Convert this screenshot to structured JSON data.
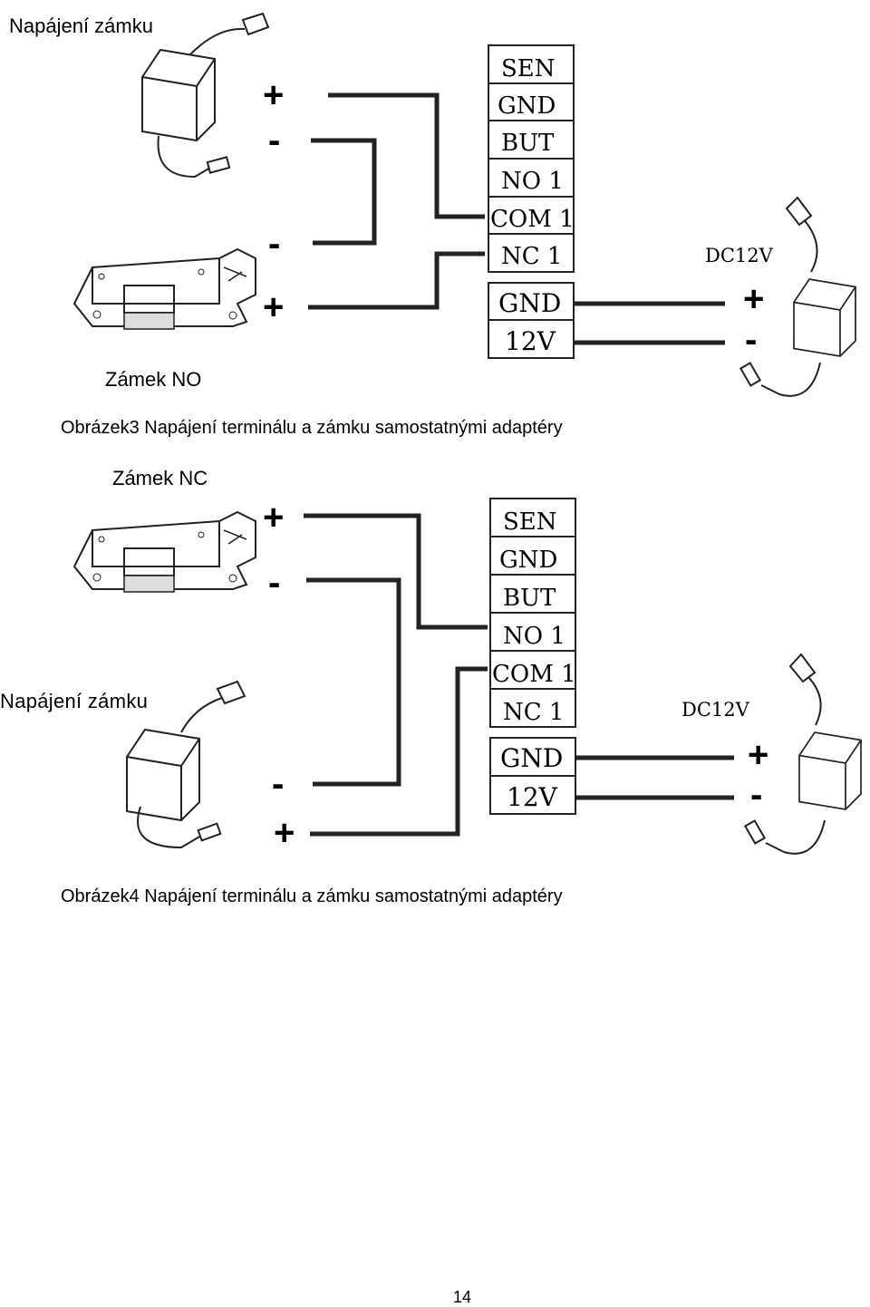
{
  "figure3": {
    "power_label": "Napájení zámku",
    "lock_label": "Zámek NO",
    "caption": "Obrázek3 Napájení terminálu a zámku samostatnými adaptéry",
    "terminals": [
      "SEN",
      "GND",
      "BUT",
      "NO 1",
      "COM 1",
      "NC 1"
    ],
    "power_terminals": [
      "GND",
      "12V"
    ],
    "adapter_label": "DC12V",
    "signs": {
      "plus": "+",
      "minus": "-"
    }
  },
  "figure4": {
    "lock_label": "Zámek NC",
    "power_label": "Napájení zámku",
    "caption": "Obrázek4 Napájení terminálu a zámku samostatnými adaptéry",
    "terminals": [
      "SEN",
      "GND",
      "BUT",
      "NO 1",
      "COM 1",
      "NC 1"
    ],
    "power_terminals": [
      "GND",
      "12V"
    ],
    "adapter_label": "DC12V",
    "signs": {
      "plus": "+",
      "minus": "-"
    }
  },
  "page_number": "14"
}
